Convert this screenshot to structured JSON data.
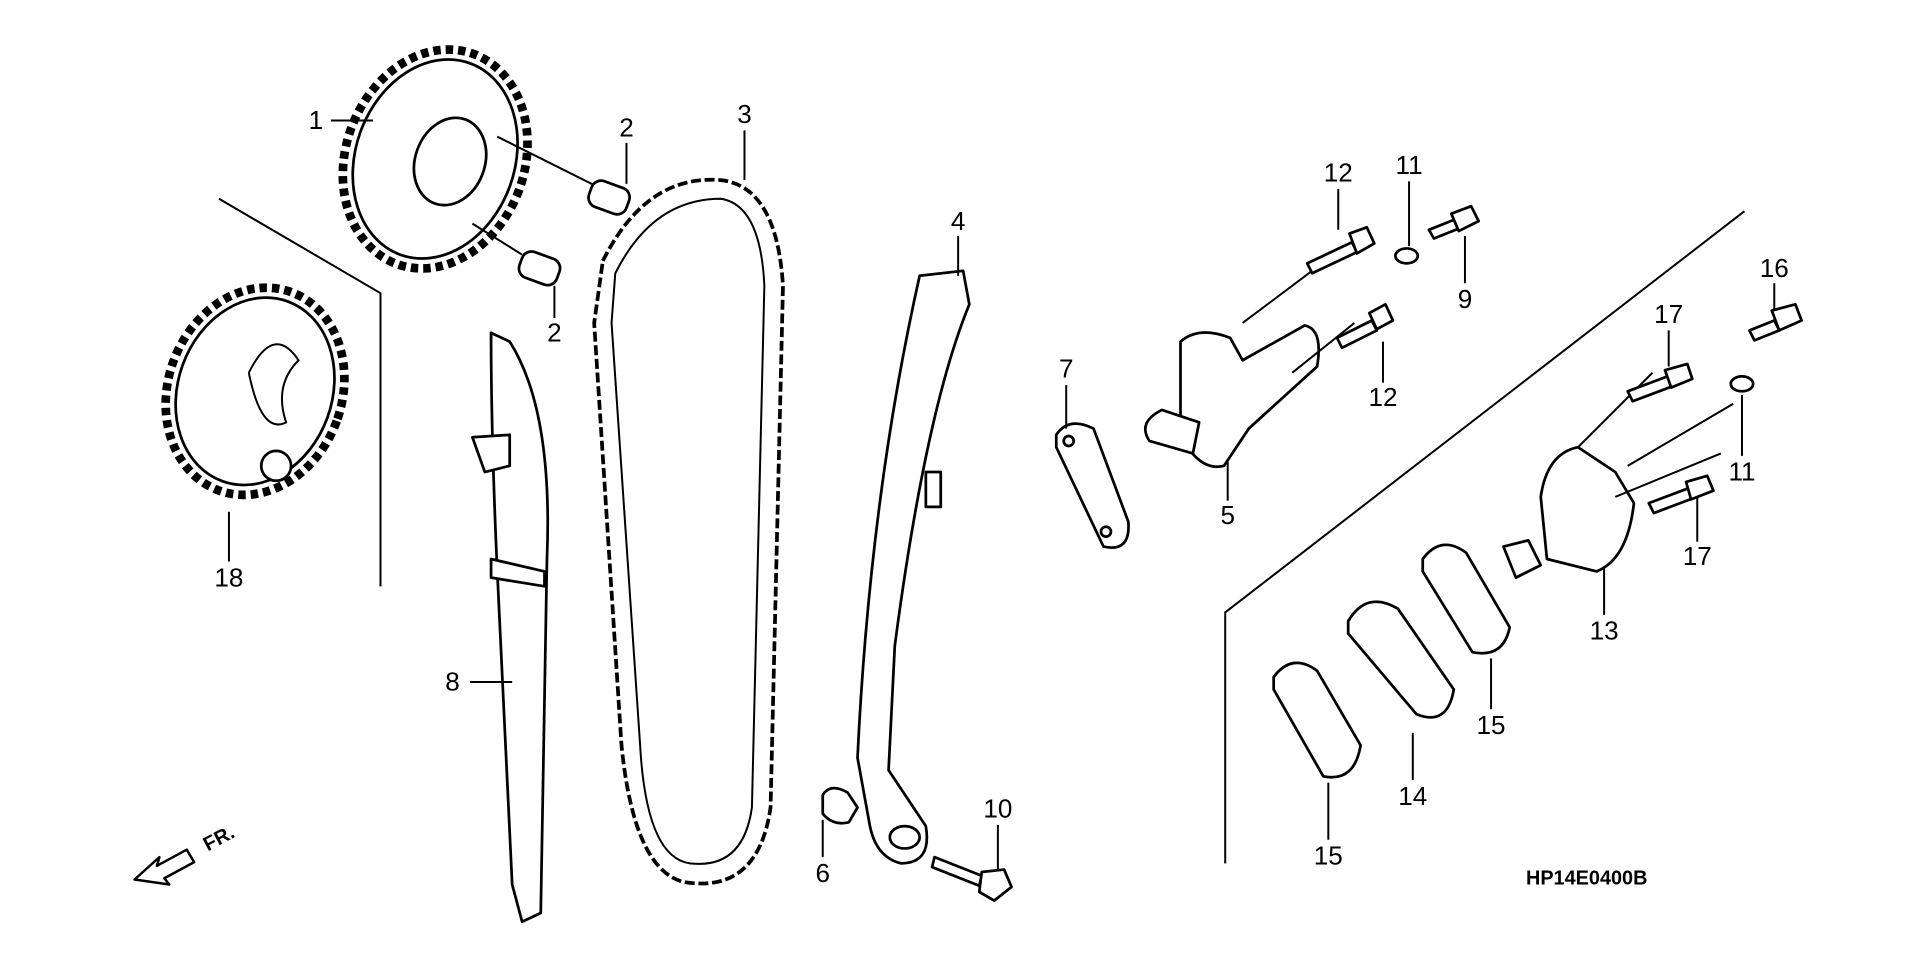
{
  "diagram": {
    "code": "HP14E0400B",
    "front_marker": "FR.",
    "callouts": [
      "1",
      "2",
      "2",
      "3",
      "4",
      "5",
      "6",
      "7",
      "8",
      "9",
      "10",
      "11",
      "11",
      "12",
      "12",
      "13",
      "14",
      "15",
      "15",
      "16",
      "17",
      "17",
      "18"
    ]
  },
  "colors": {
    "ink": "#000000",
    "background": "#ffffff"
  }
}
